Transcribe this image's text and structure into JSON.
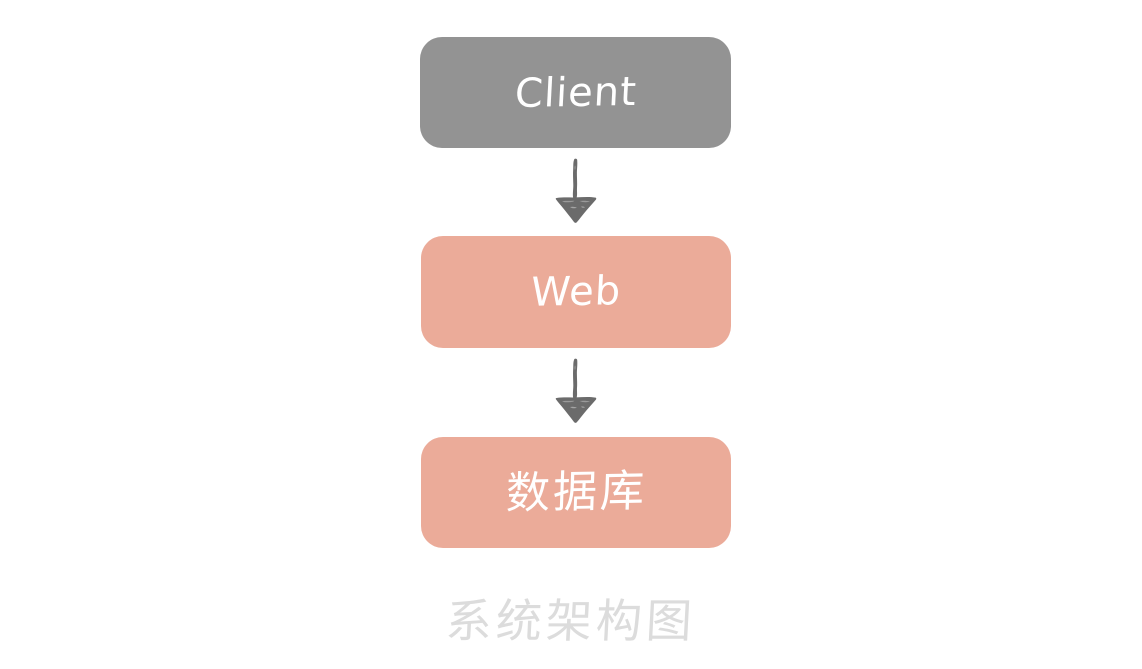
{
  "diagram": {
    "title": "系统架构图",
    "background_color": "#ffffff",
    "nodes": [
      {
        "id": "client",
        "label": "Client",
        "fill_color": "#939393",
        "text_color": "#ffffff",
        "shape": "rounded-rectangle"
      },
      {
        "id": "web",
        "label": "Web",
        "fill_color": "#ebab99",
        "text_color": "#ffffff",
        "shape": "rounded-rectangle"
      },
      {
        "id": "database",
        "label": "数据库",
        "fill_color": "#ebab99",
        "text_color": "#ffffff",
        "shape": "rounded-rectangle"
      }
    ],
    "edges": [
      {
        "id": "client-to-web",
        "from": "client",
        "to": "web",
        "label": "",
        "direction": "down",
        "color": "#6b6b6b",
        "style": "hand-drawn-arrow"
      },
      {
        "id": "web-to-database",
        "from": "web",
        "to": "database",
        "label": "",
        "direction": "down",
        "color": "#6b6b6b",
        "style": "hand-drawn-arrow"
      }
    ],
    "caption": {
      "text": "系统架构图",
      "color": "#dcdcdc"
    }
  }
}
